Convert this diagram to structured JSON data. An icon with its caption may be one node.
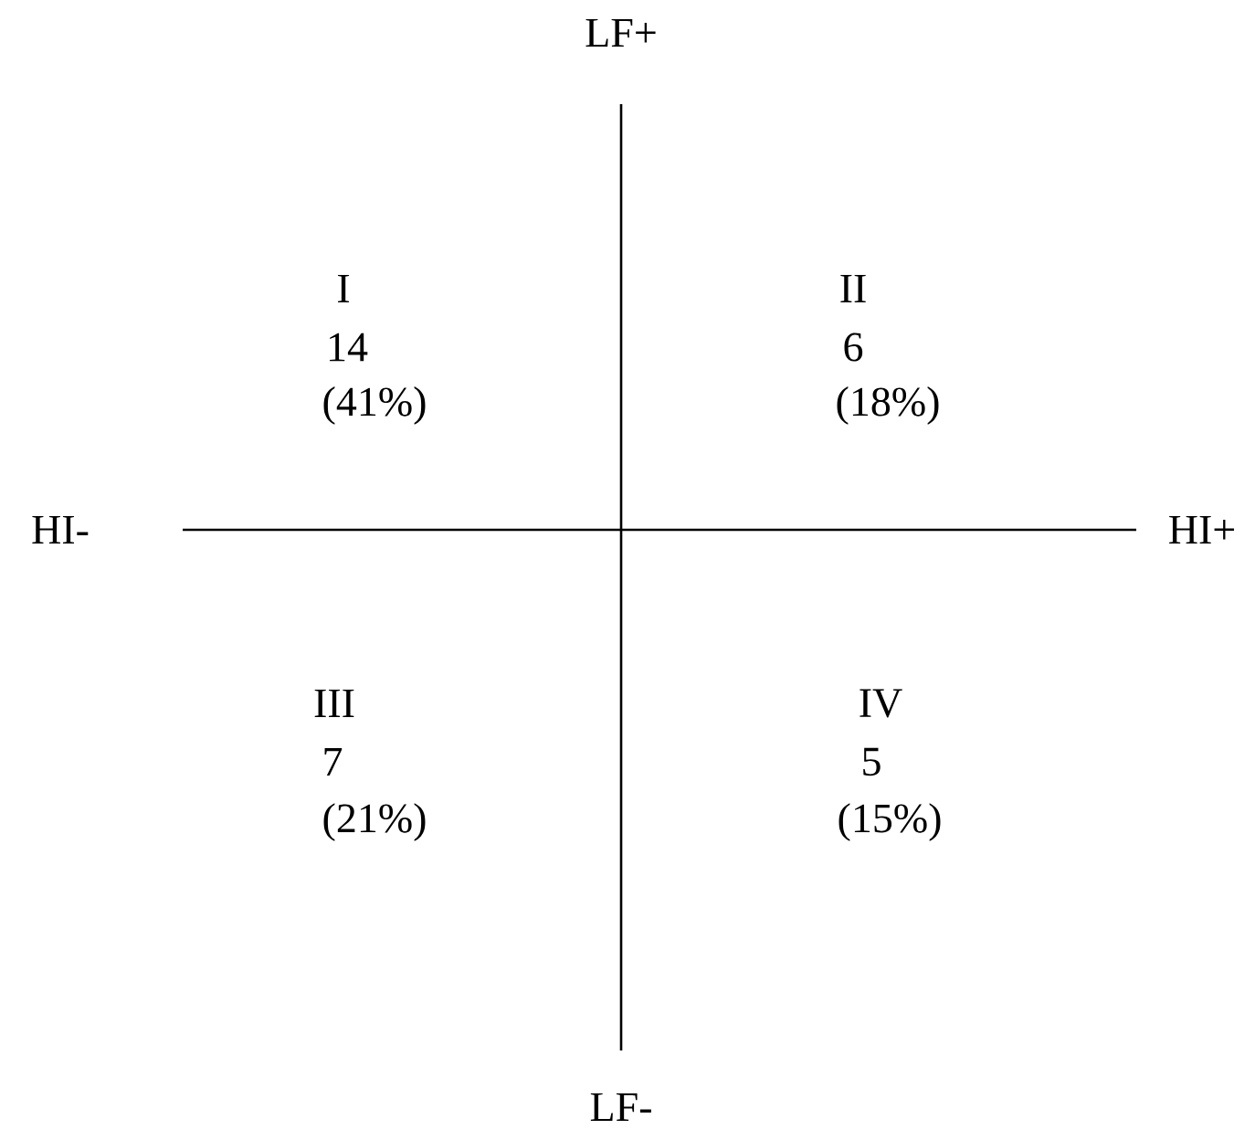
{
  "diagram": {
    "labels": [
      "LF+",
      "I",
      "14",
      "(41%)",
      "II",
      "6",
      "(18%)",
      "HI-",
      "HI+",
      "III",
      "7",
      "(21%)",
      "IV",
      "5",
      "(15%)",
      "LF-"
    ]
  }
}
